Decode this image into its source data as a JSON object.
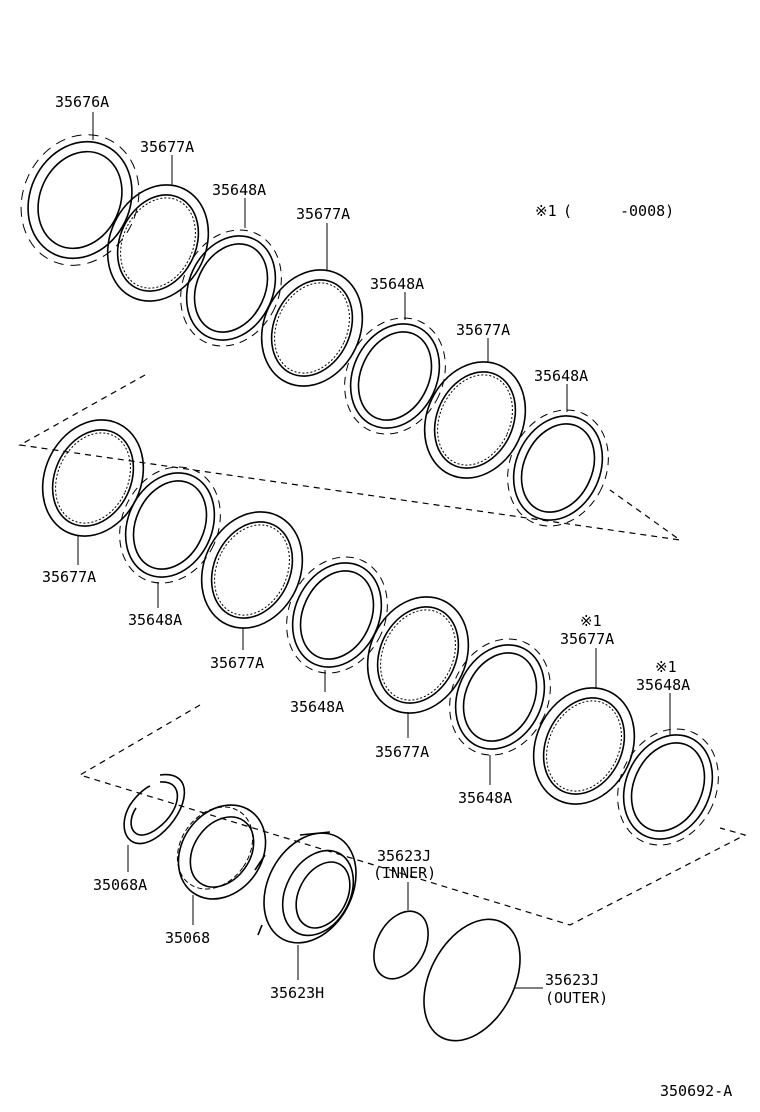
{
  "diagram_id": "350692-A",
  "note": {
    "mark": "※1",
    "paren_open": "(",
    "range": "-0008)"
  },
  "parts": {
    "p35676A": "35676A",
    "p35677A_1": "35677A",
    "p35648A_1": "35648A",
    "p35677A_2": "35677A",
    "p35648A_2": "35648A",
    "p35677A_3": "35677A",
    "p35648A_3": "35648A",
    "p35677A_4": "35677A",
    "p35648A_4": "35648A",
    "p35677A_5": "35677A",
    "p35648A_5": "35648A",
    "p35677A_6": "35677A",
    "p35648A_6": "35648A",
    "p35677A_7": "35677A",
    "p35648A_7": "35648A",
    "p35068A": "35068A",
    "p35068": "35068",
    "p35623H": "35623H",
    "p35623J_inner": "35623J",
    "p35623J_inner_sub": "(INNER)",
    "p35623J_outer": "35623J",
    "p35623J_outer_sub": "(OUTER)",
    "mark_a": "※1",
    "mark_b": "※1"
  }
}
